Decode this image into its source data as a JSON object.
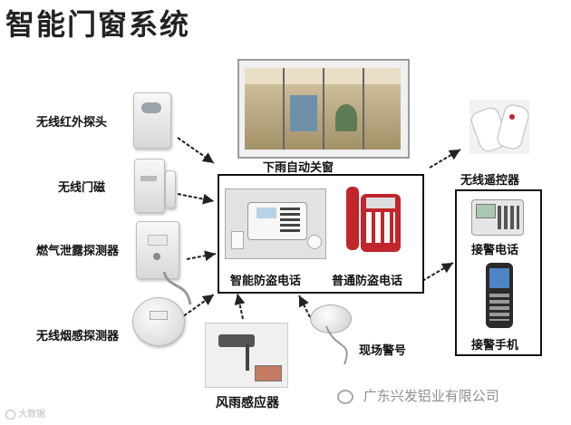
{
  "title": "智能门窗系统",
  "inputs": [
    {
      "label": "无线红外探头"
    },
    {
      "label": "无线门磁"
    },
    {
      "label": "燃气泄露探测器"
    },
    {
      "label": "无线烟感探测器"
    }
  ],
  "window": {
    "label": "下雨自动关窗"
  },
  "center": {
    "smart_phone_label": "智能防盗电话",
    "normal_phone_label": "普通防盗电话"
  },
  "outputs": {
    "remote_label": "无线遥控器",
    "alarm_phone_label": "接警电话",
    "alarm_mobile_label": "接警手机"
  },
  "bottom": {
    "wind_rain_label": "风雨感应器",
    "siren_label": "现场警号"
  },
  "watermark": {
    "left": "大数据",
    "right": "广东兴发铝业有限公司"
  },
  "colors": {
    "frame": "#111111",
    "arrow": "#222222",
    "phone_red": "#c0262b"
  }
}
